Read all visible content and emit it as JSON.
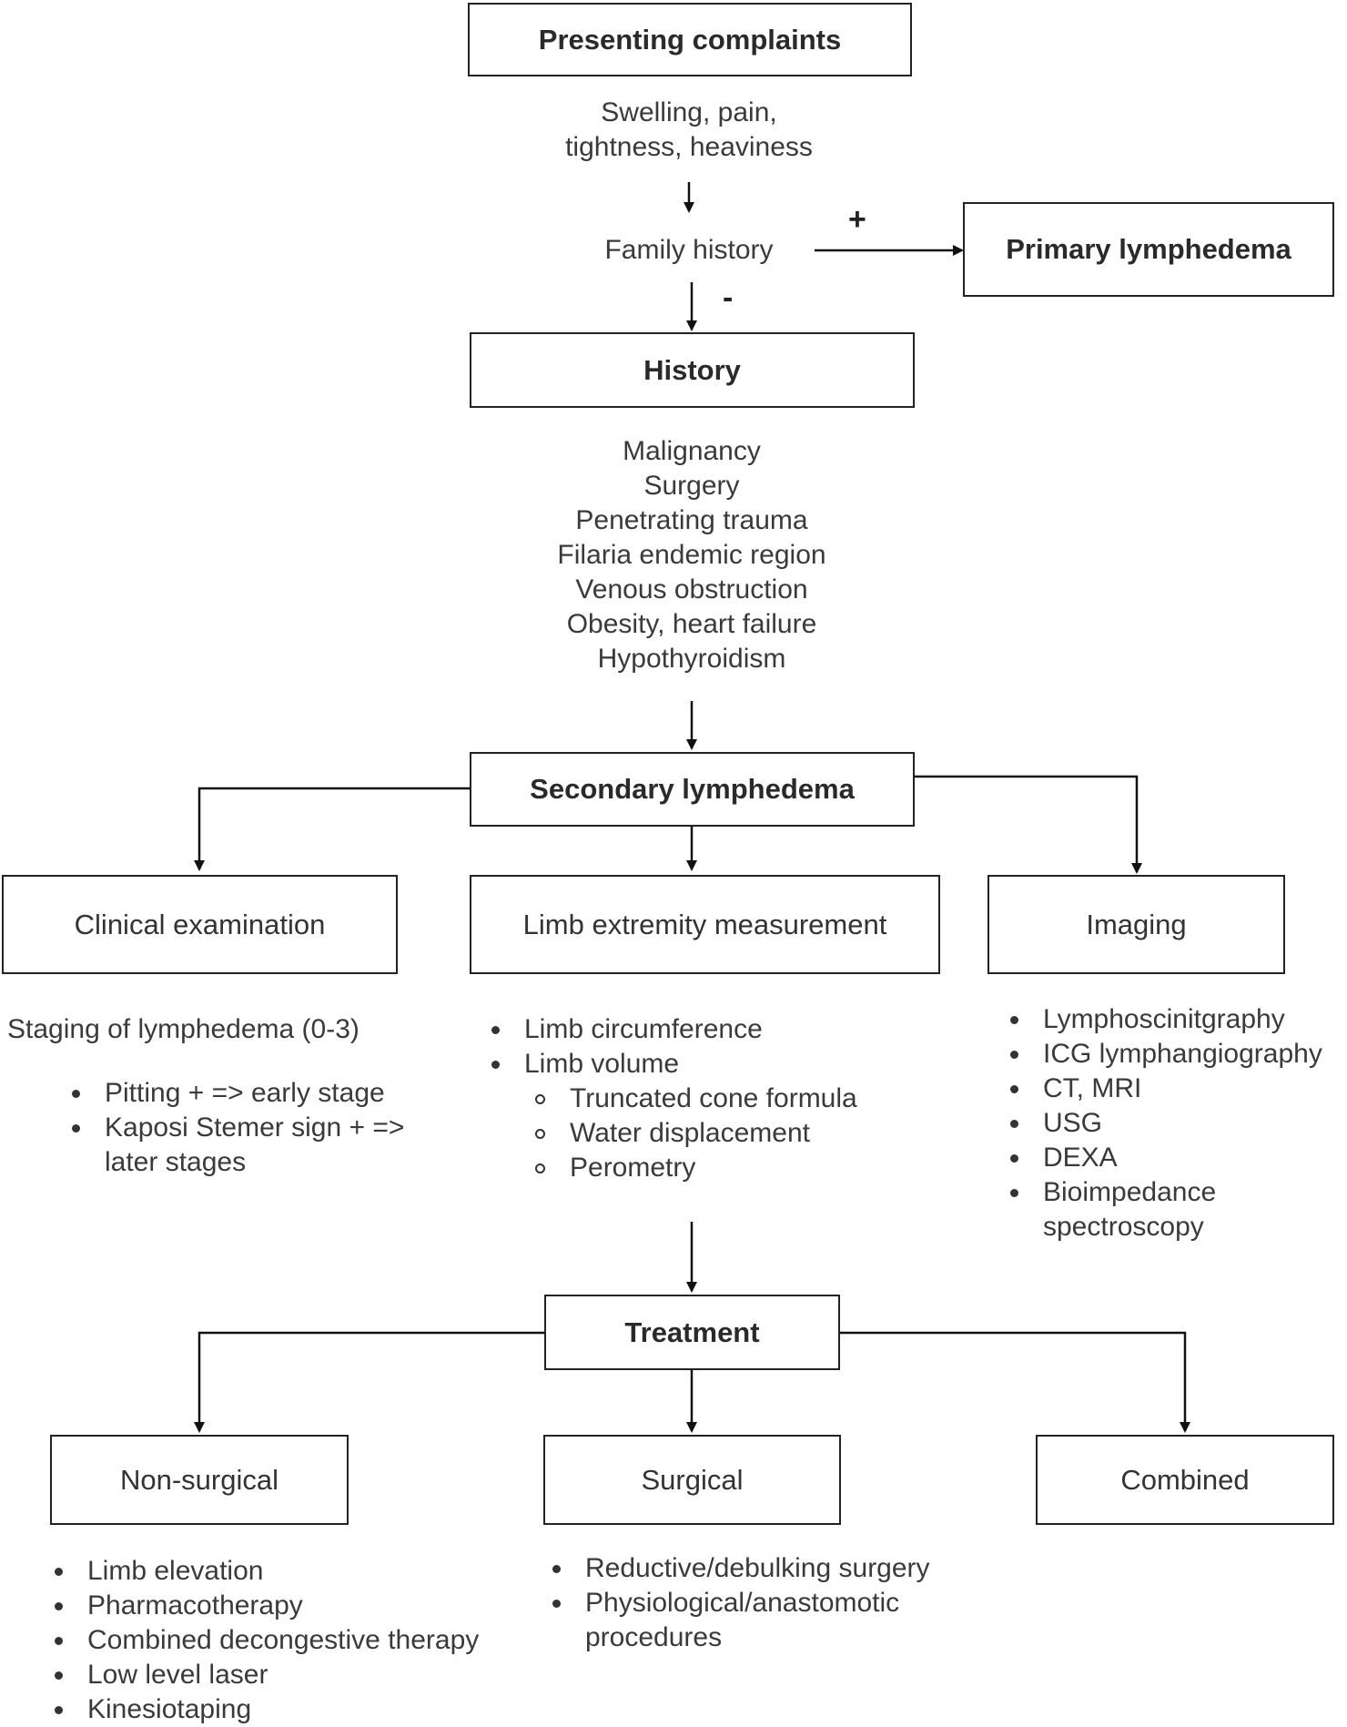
{
  "presenting": {
    "title": "Presenting complaints",
    "symptoms": [
      "Swelling, pain,",
      "tightness, heaviness"
    ]
  },
  "family_history": {
    "label": "Family history",
    "positive_sign": "+",
    "negative_sign": "-"
  },
  "primary": {
    "title": "Primary lymphedema"
  },
  "history": {
    "title": "History",
    "items": [
      "Malignancy",
      "Surgery",
      "Penetrating trauma",
      "Filaria endemic region",
      "Venous obstruction",
      "Obesity, heart failure",
      "Hypothyroidism"
    ]
  },
  "secondary": {
    "title": "Secondary lymphedema"
  },
  "clinical": {
    "title": "Clinical examination",
    "staging": "Staging of lymphedema (0-3)",
    "items": [
      "Pitting + => early stage",
      "Kaposi Stemer sign + =>",
      "later stages"
    ]
  },
  "limb": {
    "title": "Limb extremity measurement",
    "items": [
      "Limb circumference",
      "Limb volume"
    ],
    "sub_items": [
      "Truncated cone formula",
      "Water displacement",
      "Perometry"
    ]
  },
  "imaging": {
    "title": "Imaging",
    "items": [
      "Lymphoscinitgraphy",
      "ICG lymphangiography",
      "CT, MRI",
      "USG",
      "DEXA",
      "Bioimpedance",
      "spectroscopy"
    ]
  },
  "treatment": {
    "title": "Treatment"
  },
  "non_surgical": {
    "title": "Non-surgical",
    "items": [
      "Limb elevation",
      "Pharmacotherapy",
      "Combined decongestive therapy",
      "Low level laser",
      "Kinesiotaping"
    ]
  },
  "surgical": {
    "title": "Surgical",
    "items": [
      "Reductive/debulking surgery",
      "Physiological/anastomotic",
      "procedures"
    ]
  },
  "combined": {
    "title": "Combined"
  }
}
